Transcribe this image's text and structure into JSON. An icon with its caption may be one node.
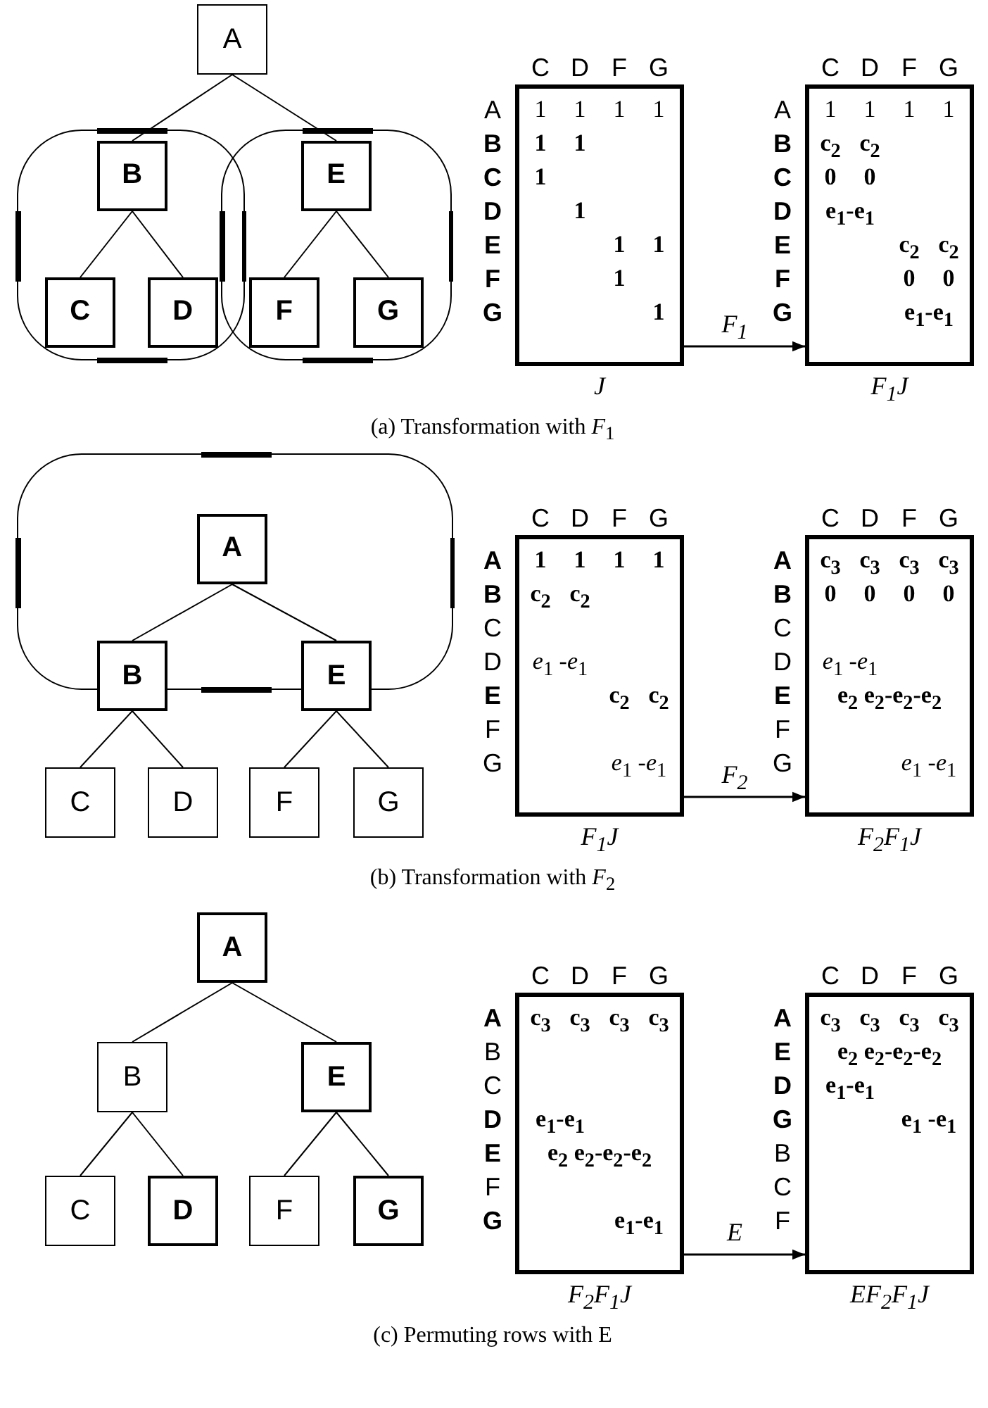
{
  "diagram": {
    "nodes": [
      {
        "text": [
          "A"
        ]
      },
      {
        "text": [],
        "shape": "box"
      },
      {
        "text": [
          "B"
        ],
        "in": 1
      },
      {
        "text": [
          "C"
        ],
        "in": 1
      },
      {
        "text": [
          "D"
        ],
        "in": 1
      },
      {
        "text": [],
        "shape": "box"
      },
      {
        "text": [
          "E"
        ],
        "in": 5
      },
      {
        "text": [
          "F"
        ],
        "in": 5
      },
      {
        "text": [
          "G"
        ],
        "in": 5
      },
      {
        "text": [
          "1",
          "1",
          "1",
          "1",
          "1",
          "1",
          "1",
          "1",
          "1",
          "1",
          "1",
          "1"
        ],
        "beside": [
          "J"
        ]
      },
      {
        "text": [
          "1",
          "1",
          "1",
          "1",
          "c$_{2}$",
          "c$_{2}$",
          "0",
          "0",
          "e$_{1}$-e$_{1}$",
          "c$_{2}$",
          "c$_{2}$",
          "0",
          "0",
          "e$_{1}$-e$_{1}$"
        ],
        "beside": [
          "F$_{1}$J"
        ]
      },
      {
        "text": [],
        "shape": "box"
      },
      {
        "text": [
          "A"
        ],
        "in": 11
      },
      {
        "text": [
          "B"
        ]
      },
      {
        "text": [
          "E"
        ]
      },
      {
        "text": [
          "C"
        ]
      },
      {
        "text": [
          "D"
        ]
      },
      {
        "text": [
          "F"
        ]
      },
      {
        "text": [
          "G"
        ]
      },
      {
        "text": [
          "1",
          "1",
          "1",
          "1",
          "c$_{2}$",
          "c$_{2}$",
          "*e*$_{1}$ -*e*$_{1}$",
          "c$_{2}$",
          "c$_{2}$",
          "*e*$_{1}$ -*e*$_{1}$"
        ],
        "beside": [
          "F$_{1}$J"
        ]
      },
      {
        "text": [
          "c$_{3}$",
          "c$_{3}$",
          "c$_{3}$",
          "c$_{3}$",
          "0",
          "0",
          "0",
          "0",
          "*e*$_{1}$ -*e*$_{1}$",
          "e$_{2}$ e$_{2}$-e$_{2}$-e$_{2}$",
          "*e*$_{1}$ -*e*$_{1}$"
        ],
        "beside": [
          "F$_{2}$F$_{1}$J"
        ]
      },
      {
        "text": [
          "A"
        ]
      },
      {
        "text": [
          "B"
        ]
      },
      {
        "text": [
          "E"
        ]
      },
      {
        "text": [
          "C"
        ]
      },
      {
        "text": [
          "D"
        ]
      },
      {
        "text": [
          "F"
        ]
      },
      {
        "text": [
          "G"
        ]
      },
      {
        "text": [
          "c$_{3}$",
          "c$_{3}$",
          "c$_{3}$",
          "c$_{3}$",
          "e$_{1}$-e$_{1}$",
          "e$_{2}$ e$_{2}$-e$_{2}$-e$_{2}$",
          "e$_{1}$-e$_{1}$"
        ],
        "beside": [
          "F$_{2}$F$_{1}$J"
        ]
      },
      {
        "text": [
          "c$_{3}$",
          "c$_{3}$",
          "c$_{3}$",
          "c$_{3}$",
          "e$_{2}$ e$_{2}$-e$_{2}$-e$_{2}$",
          "e$_{1}$-e$_{1}$",
          "e$_{1}$ -e$_{1}$"
        ],
        "beside": [
          "EF$_{2}$F$_{1}$J"
        ]
      }
    ],
    "edges": [
      {
        "from": 0,
        "to": 2,
        "arrow": "none"
      },
      {
        "from": 0,
        "to": 6,
        "arrow": "none"
      },
      {
        "from": 2,
        "to": 3,
        "arrow": "none"
      },
      {
        "from": 2,
        "to": 4,
        "arrow": "none"
      },
      {
        "from": 6,
        "to": 7,
        "arrow": "none"
      },
      {
        "from": 6,
        "to": 8,
        "arrow": "none"
      },
      {
        "from": 9,
        "to": 10,
        "arrow": "to",
        "label": "F$_{1}$"
      },
      {
        "from": 12,
        "to": 13,
        "arrow": "none"
      },
      {
        "from": 12,
        "to": 14,
        "arrow": "none"
      },
      {
        "from": 13,
        "to": 15,
        "arrow": "none"
      },
      {
        "from": 13,
        "to": 16,
        "arrow": "none"
      },
      {
        "from": 14,
        "to": 17,
        "arrow": "none"
      },
      {
        "from": 14,
        "to": 18,
        "arrow": "none"
      },
      {
        "from": 19,
        "to": 20,
        "arrow": "to",
        "label": "F$_{2}$"
      },
      {
        "from": 21,
        "to": 22,
        "arrow": "none"
      },
      {
        "from": 21,
        "to": 23,
        "arrow": "none"
      },
      {
        "from": 22,
        "to": 24,
        "arrow": "none"
      },
      {
        "from": 22,
        "to": 25,
        "arrow": "none"
      },
      {
        "from": 23,
        "to": 26,
        "arrow": "none"
      },
      {
        "from": 23,
        "to": 27,
        "arrow": "none"
      },
      {
        "from": 28,
        "to": 29,
        "arrow": "to",
        "label": "E"
      }
    ],
    "labels": [
      "C",
      "D",
      "F",
      "G",
      "C",
      "D",
      "F",
      "G",
      "A",
      "B",
      "C",
      "D",
      "E",
      "F",
      "G",
      "A",
      "B",
      "C",
      "D",
      "E",
      "F",
      "G",
      "(a) Transformation with *F*$_{1}$",
      "C",
      "D",
      "F",
      "G",
      "C",
      "D",
      "F",
      "G",
      "A",
      "B",
      "C",
      "D",
      "E",
      "F",
      "G",
      "A",
      "B",
      "C",
      "D",
      "E",
      "F",
      "G",
      "(b) Transformation with *F*$_{2}$",
      "C",
      "D",
      "F",
      "G",
      "C",
      "D",
      "F",
      "G",
      "A",
      "B",
      "C",
      "D",
      "E",
      "F",
      "G",
      "A",
      "E",
      "D",
      "G",
      "B",
      "C",
      "F",
      "(c) Permuting rows with E"
    ]
  }
}
